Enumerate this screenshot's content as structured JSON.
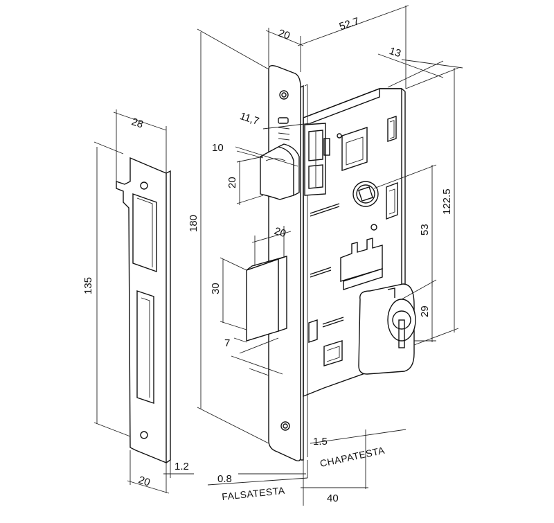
{
  "dimensions": {
    "strike_width": "28",
    "strike_height": "135",
    "strike_thickness": "1.2",
    "strike_bottom_width": "20",
    "faceplate_width": "20",
    "body_depth": "52.7",
    "top_offset": "13",
    "latch_11_7": "11,7",
    "latch_10": "10",
    "latch_20_height": "20",
    "total_height": "180",
    "deadbolt_20": "20",
    "deadbolt_30": "30",
    "deadbolt_7": "7",
    "spindle_to_cylinder": "53",
    "overall_122_5": "122.5",
    "cylinder_29": "29",
    "falsatesta_thickness": "0.8",
    "chapatesta_thickness": "1.5",
    "backset": "40"
  },
  "labels": {
    "falsatesta": "FALSATESTA",
    "chapatesta": "CHAPATESTA"
  }
}
